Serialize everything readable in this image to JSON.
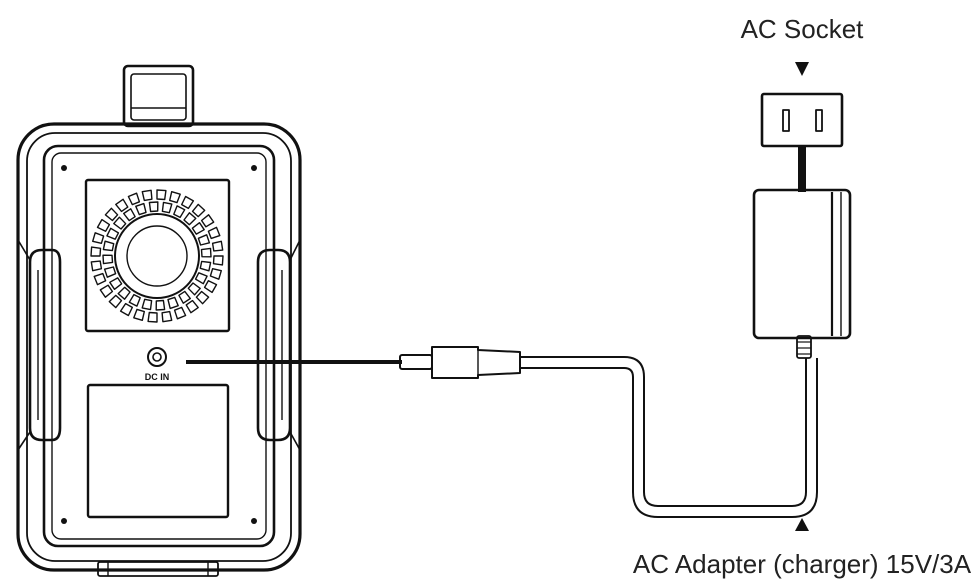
{
  "labels": {
    "ac_socket": "AC Socket",
    "ac_adapter": "AC Adapter (charger) 15V/3A",
    "dc_in": "DC IN"
  },
  "colors": {
    "line": "#111111",
    "text": "#222222",
    "background": "#ffffff"
  },
  "icons": {
    "socket_arrow": "down-triangle-icon",
    "adapter_arrow": "up-triangle-icon"
  }
}
